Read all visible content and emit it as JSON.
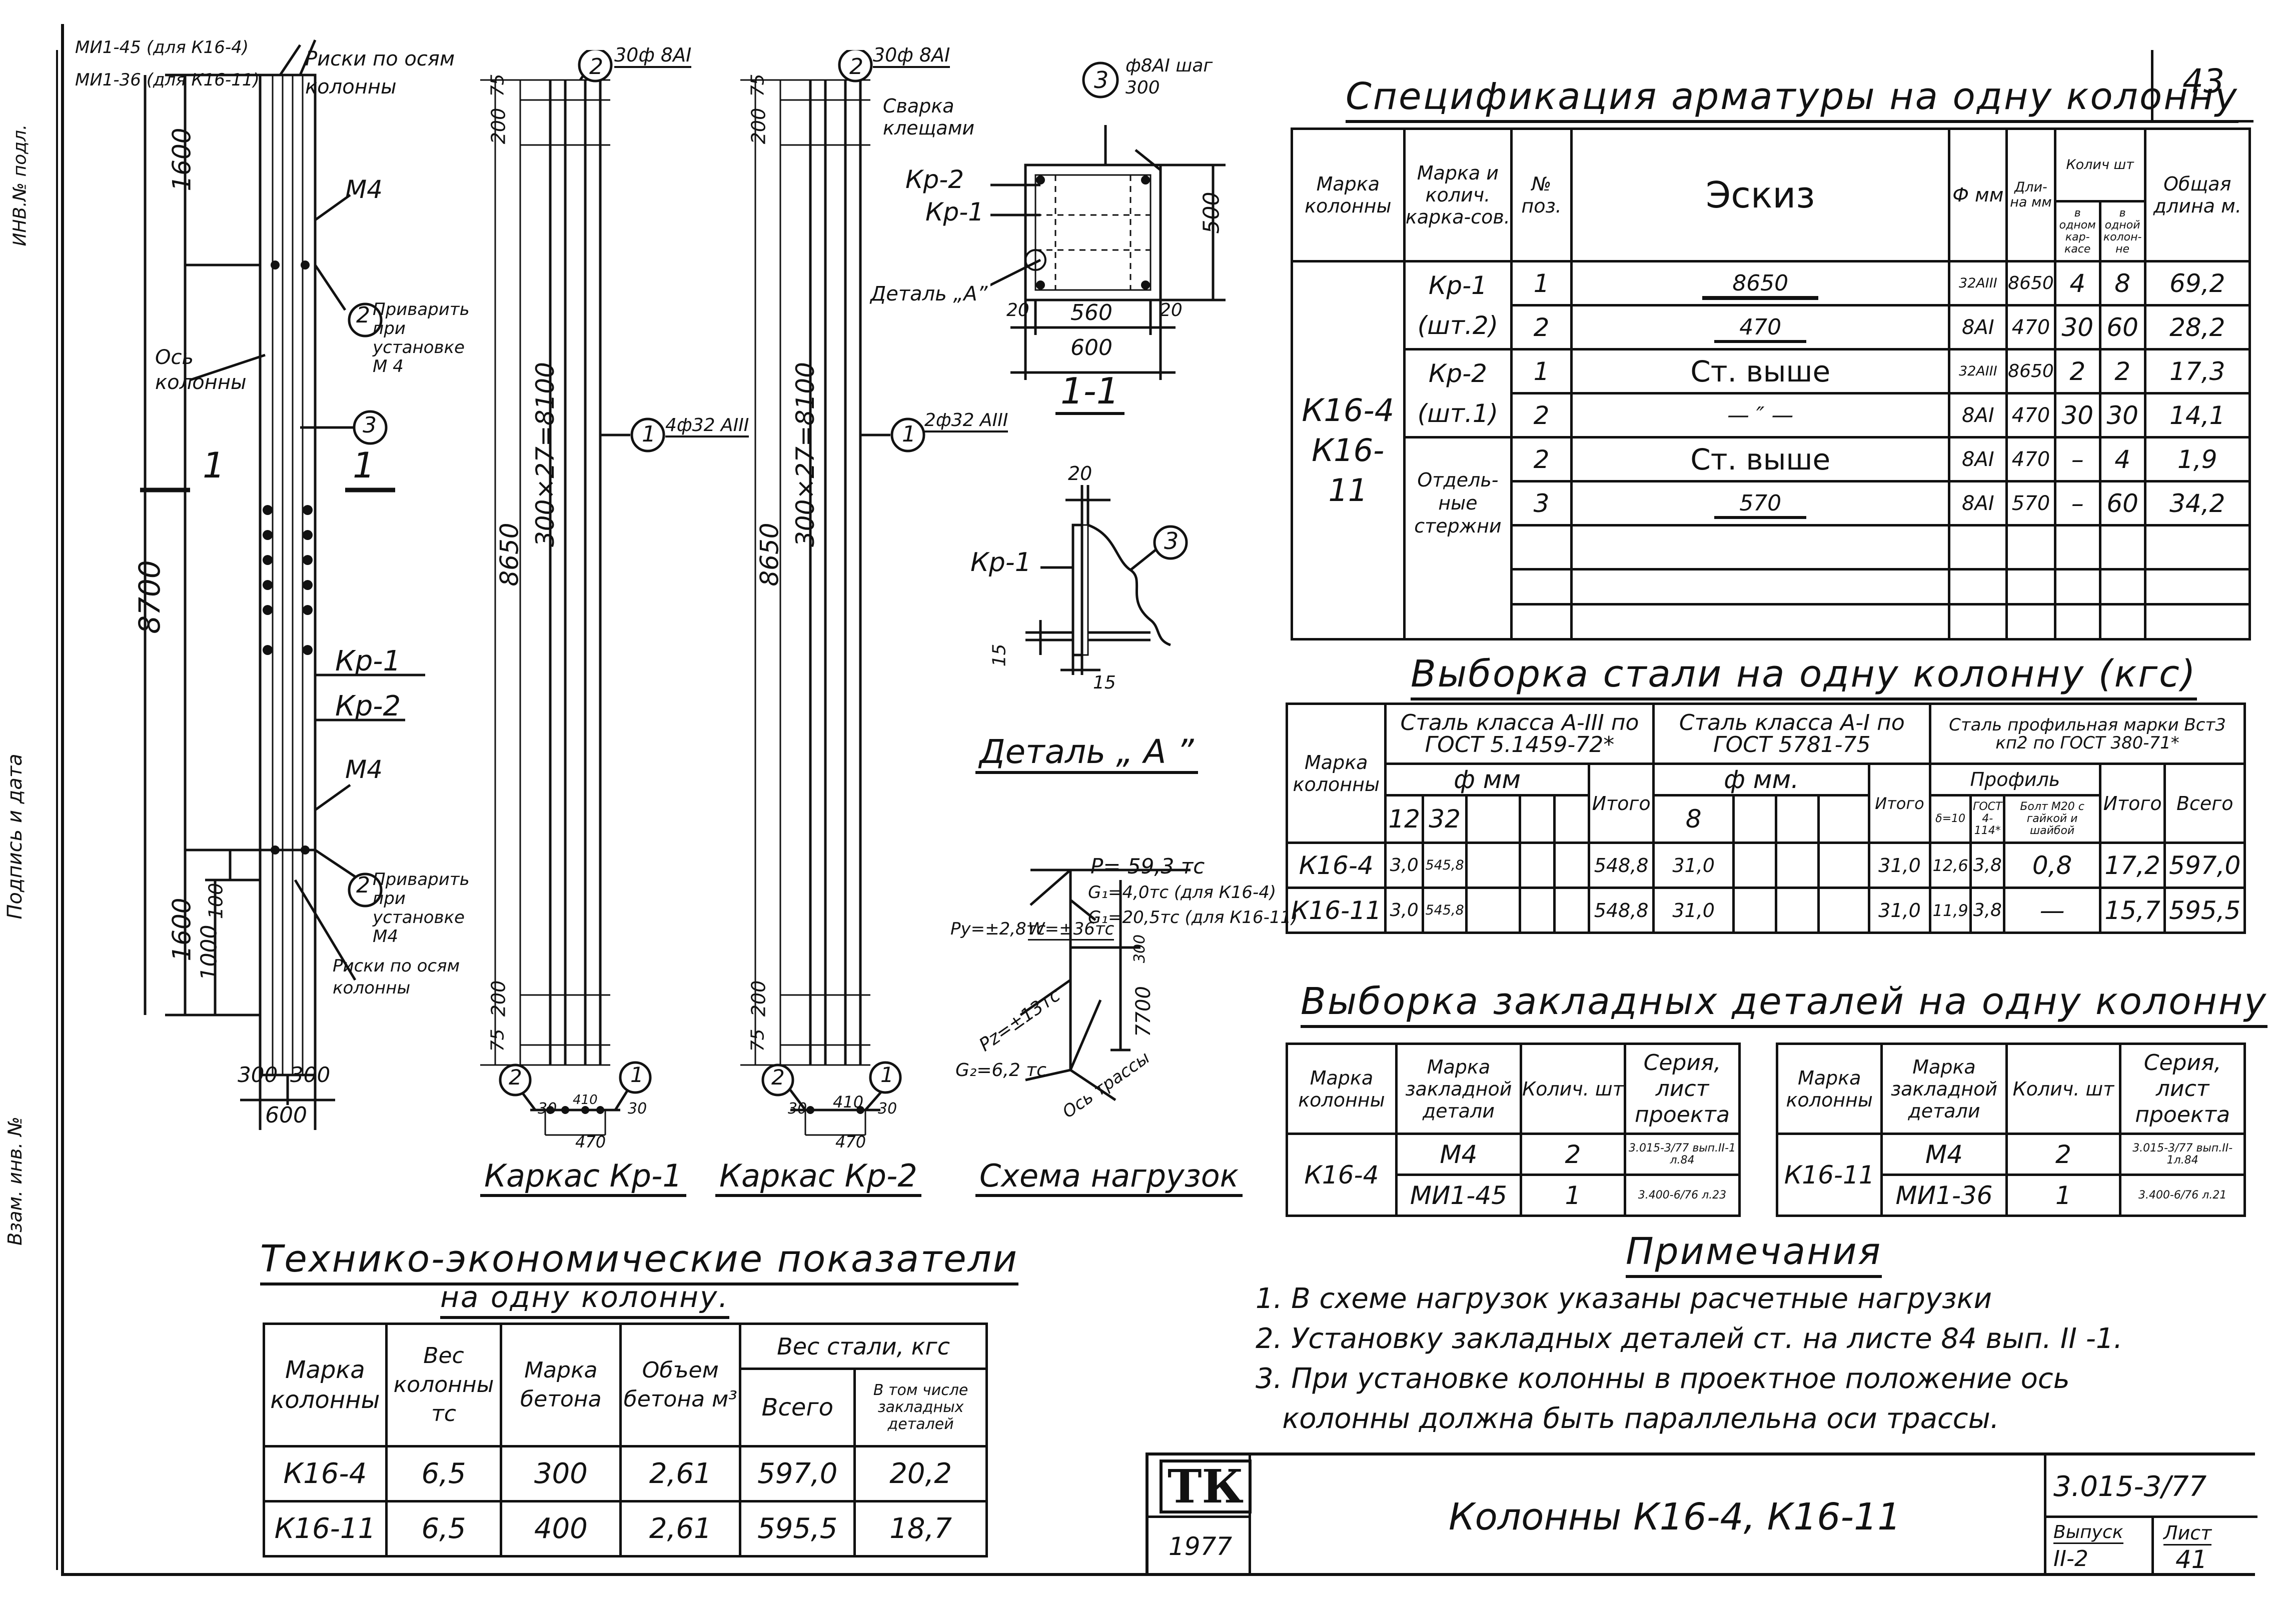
{
  "page_number": "43",
  "left_margin": [
    "ИНВ.№ подл.",
    "Подпись и дата",
    "Взам. инв. №"
  ],
  "column_drawing": {
    "callouts": {
      "mi145": "МИ1-45 (для К16-4)",
      "mi136": "МИ1-36 (для К16-11)",
      "riski_top": "Риски по осям колонны",
      "m4_top": "М4",
      "privarit_top": "Приварить при установке М 4",
      "os": "Ось колонны",
      "kp1": "Кр-1",
      "kp2": "Кр-2",
      "m4_bottom": "М4",
      "privarit_bottom": "Приварить при установке М4",
      "riski_bottom": "Риски по осям колонны",
      "n2": "2",
      "n3": "3",
      "section_mark": "1"
    },
    "dims": {
      "d1600a": "1600",
      "d8700": "8700",
      "d1600b": "1600",
      "d1000": "1000",
      "d100": "100",
      "d300a": "300",
      "d300b": "300",
      "d600": "600"
    }
  },
  "kp1_frame": {
    "callout_top": "30ф 8АI",
    "callout_mid": "4ф32 АIII",
    "dims": {
      "d75": "75",
      "d200a": "200",
      "d8650": "8650",
      "d_span": "300×27=8100",
      "d200b": "200",
      "d75b": "75"
    },
    "section_dims": {
      "a": "30",
      "b": "410",
      "c": "30",
      "d": "470"
    },
    "title": "Каркас Кр-1",
    "n1": "1",
    "n2": "2"
  },
  "kp2_frame": {
    "callout_top": "30ф 8АI",
    "callout_mid": "2ф32 АIII",
    "dims": {
      "d75": "75",
      "d200a": "200",
      "d8650": "8650",
      "d_span": "300×27=8100",
      "d200b": "200",
      "d75b": "75"
    },
    "section_dims": {
      "a": "30",
      "b": "410",
      "c": "30",
      "d": "470"
    },
    "title": "Каркас Кр-2",
    "n1": "1",
    "n2": "2"
  },
  "section_11": {
    "callout": "ф8АI шаг 300",
    "svarka": "Сварка клещами",
    "kp2": "Кр-2",
    "kp1": "Кр-1",
    "detal": "Деталь „А”",
    "dims": {
      "h": "500",
      "a": "20",
      "b": "560",
      "c": "20",
      "w": "600"
    },
    "title": "1-1",
    "n3": "3"
  },
  "detail_a": {
    "kp1": "Кр-1",
    "dims": {
      "top": "20",
      "left": "15",
      "bottom": "15"
    },
    "n3": "3",
    "title": "Деталь „ А ”"
  },
  "load_scheme": {
    "p": "P= 59,3 тс",
    "g1a": "G₁=4,0тс (для К16-4)",
    "g1b": "G₁=20,5тс (для К16-11)",
    "py": "Py=±2,8тс",
    "w": "W=±36тс",
    "pz": "Pz=±13тс",
    "g2": "G₂=6,2 тс",
    "d300": "300",
    "d7700": "7700",
    "axis": "Ось трассы",
    "title": "Схема нагрузок"
  },
  "spec": {
    "title": "Спецификация арматуры на одну колонну",
    "headers": {
      "marka_col": "Марка колонны",
      "marka_kark": "Марка и колич. карка-сов.",
      "poz": "№ поз.",
      "eskiz": "Эскиз",
      "phi": "Ф мм",
      "dlina": "Дли-на мм",
      "kolich": "Колич шт",
      "v_kark": "в одном кар-касе",
      "v_kol": "в одной колон-не",
      "obsh": "Общая длина м."
    },
    "col_mark": [
      "К16-4",
      "К16-11"
    ],
    "groups": [
      {
        "name": [
          "Кр-1",
          "(шт.2)"
        ]
      },
      {
        "name": [
          "Кр-2",
          "(шт.1)"
        ]
      },
      {
        "name": [
          "Отдель-ные",
          "стержни"
        ]
      }
    ],
    "rows": [
      {
        "poz": "1",
        "eskiz": "8650",
        "phi": "32AIII",
        "len": "8650",
        "kk": "4",
        "kc": "8",
        "total": "69,2"
      },
      {
        "poz": "2",
        "eskiz": "470",
        "phi": "8AI",
        "len": "470",
        "kk": "30",
        "kc": "60",
        "total": "28,2"
      },
      {
        "poz": "1",
        "eskiz": "Ст. выше",
        "phi": "32AIII",
        "len": "8650",
        "kk": "2",
        "kc": "2",
        "total": "17,3"
      },
      {
        "poz": "2",
        "eskiz": "— ″ —",
        "phi": "8AI",
        "len": "470",
        "kk": "30",
        "kc": "30",
        "total": "14,1"
      },
      {
        "poz": "2",
        "eskiz": "Ст. выше",
        "phi": "8AI",
        "len": "470",
        "kk": "–",
        "kc": "4",
        "total": "1,9"
      },
      {
        "poz": "3",
        "eskiz": "570",
        "phi": "8AI",
        "len": "570",
        "kk": "–",
        "kc": "60",
        "total": "34,2"
      }
    ]
  },
  "steel": {
    "title": "Выборка стали на одну колонну (кгс)",
    "h_marka": "Марка колонны",
    "h_a3": "Сталь класса А-III по ГОСТ 5.1459-72*",
    "h_a1": "Сталь класса А-I по ГОСТ 5781-75",
    "h_prof": "Сталь профильная марки Вст3 кп2 по ГОСТ 380-71*",
    "h_phi": "ф мм",
    "h_phi2": "ф мм.",
    "h_prof2": "Профиль",
    "h_12": "12",
    "h_32": "32",
    "h_itogo": "Итого",
    "h_8": "8",
    "h_itogo2": "Итого",
    "h_b10": "δ=10",
    "h_gost": "ГОСТ 4-114*",
    "h_bolt": "Болт М20 с гайкой и шайбой",
    "h_itogo3": "Итого",
    "h_vsego": "Всего",
    "rows": [
      {
        "m": "К16-4",
        "v12": "3,0",
        "v32": "545,8",
        "it": "548,8",
        "v8": "31,0",
        "it2": "31,0",
        "b": "12,6",
        "g": "3,8",
        "bolt": "0,8",
        "it3": "17,2",
        "all": "597,0"
      },
      {
        "m": "К16-11",
        "v12": "3,0",
        "v32": "545,8",
        "it": "548,8",
        "v8": "31,0",
        "it2": "31,0",
        "b": "11,9",
        "g": "3,8",
        "bolt": "—",
        "it3": "15,7",
        "all": "595,5"
      }
    ]
  },
  "embedded": {
    "title": "Выборка закладных деталей на одну колонну",
    "headers": {
      "m": "Марка колонны",
      "md": "Марка закладной детали",
      "k": "Колич. шт",
      "s": "Серия, лист проекта"
    },
    "left": {
      "col": "К16-4",
      "rows": [
        {
          "md": "М4",
          "k": "2",
          "s": "3.015-3/77 вып.II-1 л.84"
        },
        {
          "md": "МИ1-45",
          "k": "1",
          "s": "3.400-6/76 л.23"
        }
      ]
    },
    "right": {
      "col": "К16-11",
      "rows": [
        {
          "md": "М4",
          "k": "2",
          "s": "3.015-3/77 вып.II-1л.84"
        },
        {
          "md": "МИ1-36",
          "k": "1",
          "s": "3.400-6/76 л.21"
        }
      ]
    }
  },
  "notes": {
    "title": "Примечания",
    "items": [
      "1. В схеме нагрузок указаны расчетные нагрузки",
      "2. Установку закладных деталей ст. на листе 84 вып. II -1.",
      "3. При установке колонны в проектное положение ось",
      "   колонны должна быть параллельна оси трассы."
    ]
  },
  "tep": {
    "title1": "Технико-экономические показатели",
    "title2": "на одну колонну.",
    "headers": {
      "m": "Марка колонны",
      "w": "Вес колонны тс",
      "mb": "Марка бетона",
      "v": "Объем бетона м³",
      "ves": "Вес стали, кгс",
      "all": "Всего",
      "incl": "В том числе закладных деталей"
    },
    "rows": [
      {
        "m": "К16-4",
        "w": "6,5",
        "mb": "300",
        "v": "2,61",
        "all": "597,0",
        "incl": "20,2"
      },
      {
        "m": "К16-11",
        "w": "6,5",
        "mb": "400",
        "v": "2,61",
        "all": "595,5",
        "incl": "18,7"
      }
    ]
  },
  "stamp": {
    "logo": "ТК",
    "year": "1977",
    "title": "Колонны К16-4, К16-11",
    "series": "3.015-3/77",
    "vyp_label": "Выпуск",
    "vyp": "II-2",
    "list_label": "Лист",
    "list": "41"
  }
}
